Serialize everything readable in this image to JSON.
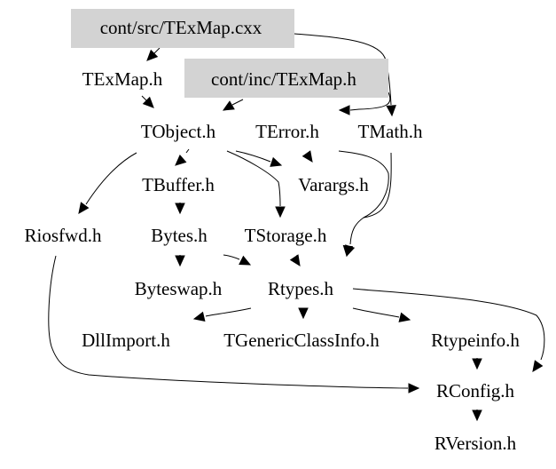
{
  "diagram": {
    "type": "include-dependency-graph",
    "nodes": [
      {
        "id": "texmap_cxx",
        "label": "cont/src/TExMap.cxx",
        "highlighted": true
      },
      {
        "id": "texmap_h",
        "label": "TExMap.h",
        "highlighted": false
      },
      {
        "id": "inc_texmap_h",
        "label": "cont/inc/TExMap.h",
        "highlighted": true
      },
      {
        "id": "tobject_h",
        "label": "TObject.h",
        "highlighted": false
      },
      {
        "id": "terror_h",
        "label": "TError.h",
        "highlighted": false
      },
      {
        "id": "tmath_h",
        "label": "TMath.h",
        "highlighted": false
      },
      {
        "id": "tbuffer_h",
        "label": "TBuffer.h",
        "highlighted": false
      },
      {
        "id": "varargs_h",
        "label": "Varargs.h",
        "highlighted": false
      },
      {
        "id": "riosfwd_h",
        "label": "Riosfwd.h",
        "highlighted": false
      },
      {
        "id": "bytes_h",
        "label": "Bytes.h",
        "highlighted": false
      },
      {
        "id": "tstorage_h",
        "label": "TStorage.h",
        "highlighted": false
      },
      {
        "id": "byteswap_h",
        "label": "Byteswap.h",
        "highlighted": false
      },
      {
        "id": "rtypes_h",
        "label": "Rtypes.h",
        "highlighted": false
      },
      {
        "id": "dllimport_h",
        "label": "DllImport.h",
        "highlighted": false
      },
      {
        "id": "tgenericclassinfo_h",
        "label": "TGenericClassInfo.h",
        "highlighted": false
      },
      {
        "id": "rtypeinfo_h",
        "label": "Rtypeinfo.h",
        "highlighted": false
      },
      {
        "id": "rconfig_h",
        "label": "RConfig.h",
        "highlighted": false
      },
      {
        "id": "rversion_h",
        "label": "RVersion.h",
        "highlighted": false
      }
    ],
    "edges": [
      {
        "from": "texmap_cxx",
        "to": "texmap_h"
      },
      {
        "from": "texmap_cxx",
        "to": "tmath_h"
      },
      {
        "from": "texmap_h",
        "to": "tobject_h"
      },
      {
        "from": "inc_texmap_h",
        "to": "tobject_h"
      },
      {
        "from": "inc_texmap_h",
        "to": "terror_h"
      },
      {
        "from": "tobject_h",
        "to": "tbuffer_h"
      },
      {
        "from": "tobject_h",
        "to": "varargs_h"
      },
      {
        "from": "tobject_h",
        "to": "riosfwd_h"
      },
      {
        "from": "tobject_h",
        "to": "tstorage_h"
      },
      {
        "from": "terror_h",
        "to": "varargs_h"
      },
      {
        "from": "terror_h",
        "to": "rtypes_h"
      },
      {
        "from": "tmath_h",
        "to": "rtypes_h"
      },
      {
        "from": "tbuffer_h",
        "to": "bytes_h"
      },
      {
        "from": "bytes_h",
        "to": "byteswap_h"
      },
      {
        "from": "bytes_h",
        "to": "rtypes_h"
      },
      {
        "from": "tstorage_h",
        "to": "rtypes_h"
      },
      {
        "from": "riosfwd_h",
        "to": "rconfig_h"
      },
      {
        "from": "rtypes_h",
        "to": "dllimport_h"
      },
      {
        "from": "rtypes_h",
        "to": "tgenericclassinfo_h"
      },
      {
        "from": "rtypes_h",
        "to": "rtypeinfo_h"
      },
      {
        "from": "rtypes_h",
        "to": "rconfig_h"
      },
      {
        "from": "rtypeinfo_h",
        "to": "rconfig_h"
      },
      {
        "from": "rconfig_h",
        "to": "rversion_h"
      }
    ],
    "colors": {
      "highlight_fill": "#d3d3d3",
      "edge": "#000000",
      "background": "#ffffff"
    }
  }
}
